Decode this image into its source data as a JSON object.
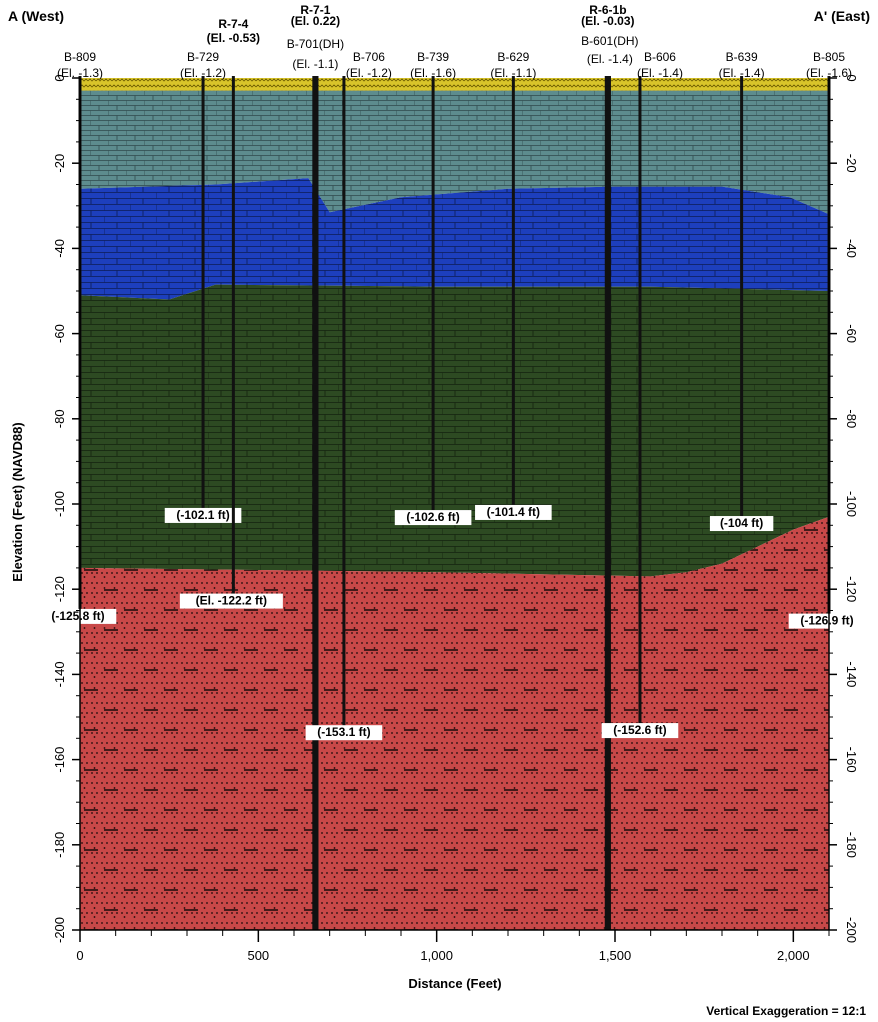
{
  "section": {
    "west_label": "A  (West)",
    "east_label": "A'  (East)",
    "x_axis_label": "Distance (Feet)",
    "y_axis_label": "Elevation (Feet) (NAVD88)",
    "vertical_exaggeration": "Vertical Exaggeration = 12:1",
    "x_range": [
      0,
      2100
    ],
    "y_range": [
      -200,
      0
    ],
    "x_ticks": [
      {
        "value": 0,
        "label": "0"
      },
      {
        "value": 500,
        "label": "500"
      },
      {
        "value": 1000,
        "label": "1,000"
      },
      {
        "value": 1500,
        "label": "1,500"
      },
      {
        "value": 2000,
        "label": "2,000"
      }
    ],
    "y_ticks": [
      {
        "value": 0,
        "label": "0"
      },
      {
        "value": -20,
        "label": "-20"
      },
      {
        "value": -40,
        "label": "-40"
      },
      {
        "value": -60,
        "label": "-60"
      },
      {
        "value": -80,
        "label": "-80"
      },
      {
        "value": -100,
        "label": "-100"
      },
      {
        "value": -120,
        "label": "-120"
      },
      {
        "value": -140,
        "label": "-140"
      },
      {
        "value": -160,
        "label": "-160"
      },
      {
        "value": -180,
        "label": "-180"
      },
      {
        "value": -200,
        "label": "-200"
      }
    ],
    "colors": {
      "surface_fill": "#d8c42a",
      "upper_fill": "#5d8c8e",
      "blue_fill": "#1d3fbd",
      "green_fill": "#2d4a22",
      "red_fill": "#c84848",
      "line": "#111111"
    },
    "layers": [
      {
        "name": "surface",
        "x": [
          0,
          2100
        ],
        "top": [
          0,
          0
        ],
        "bottom": [
          -3,
          -3
        ]
      },
      {
        "name": "upper",
        "x": [
          0,
          2100
        ],
        "top": [
          -3,
          -3
        ],
        "bottom": [
          -26,
          -26
        ]
      },
      {
        "name": "blue",
        "boundary_x": [
          0,
          380,
          640,
          700,
          900,
          1200,
          1500,
          1800,
          1990,
          2100
        ],
        "boundary_y": [
          -26,
          -25,
          -23.5,
          -31.5,
          -28,
          -26,
          -25.5,
          -25.5,
          -28,
          -32
        ]
      },
      {
        "name": "green",
        "boundary_x": [
          0,
          250,
          380,
          1000,
          1600,
          2100
        ],
        "boundary_y": [
          -51,
          -52,
          -48.5,
          -49,
          -49,
          -50
        ]
      },
      {
        "name": "red",
        "boundary_x": [
          0,
          500,
          1000,
          1600,
          1700,
          1800,
          1900,
          2000,
          2100
        ],
        "boundary_y": [
          -115,
          -115.5,
          -116,
          -117,
          -116,
          -114,
          -110,
          -106,
          -103
        ]
      }
    ],
    "borings": [
      {
        "name": "B-809",
        "elev": "(El. -1.3)",
        "x": 0,
        "bottom": -125.8,
        "depth_label": "(-125.8 ft)",
        "thickness": "thin",
        "label_row": "low"
      },
      {
        "name": "B-729",
        "elev": "(El. -1.2)",
        "x": 345,
        "bottom": -102.1,
        "depth_label": "(-102.1 ft)",
        "thickness": "thin",
        "label_row": "low"
      },
      {
        "name": "R-7-4",
        "elev": "(El. -0.53)",
        "x": 430,
        "bottom": -122.2,
        "depth_label": "(El. -122.2 ft)",
        "thickness": "thin",
        "label_row": "high"
      },
      {
        "name": "R-7-1",
        "elev": "(El. 0.22)",
        "x": 660,
        "bottom": -200,
        "depth_label": "",
        "thickness": "thick",
        "label_row": "top"
      },
      {
        "name": "B-701(DH)",
        "elev": "(El. -1.1)",
        "x": 660,
        "bottom": -200,
        "depth_label": "",
        "thickness": "thick",
        "label_row": "mid"
      },
      {
        "name": "B-706",
        "elev": "(El. -1.2)",
        "x": 740,
        "bottom": -153.1,
        "depth_label": "(-153.1 ft)",
        "thickness": "thin",
        "label_row": "low"
      },
      {
        "name": "B-739",
        "elev": "(El. -1.6)",
        "x": 990,
        "bottom": -102.6,
        "depth_label": "(-102.6 ft)",
        "thickness": "thin",
        "label_row": "low"
      },
      {
        "name": "B-629",
        "elev": "(El. -1.1)",
        "x": 1215,
        "bottom": -101.4,
        "depth_label": "(-101.4 ft)",
        "thickness": "thin",
        "label_row": "low"
      },
      {
        "name": "R-6-1b",
        "elev": "(El. -0.03)",
        "x": 1480,
        "bottom": -200,
        "depth_label": "",
        "thickness": "thick",
        "label_row": "top"
      },
      {
        "name": "B-601(DH)",
        "elev": "(El. -1.4)",
        "x": 1480,
        "bottom": -200,
        "depth_label": "",
        "thickness": "thick",
        "label_row": "mid2"
      },
      {
        "name": "B-606",
        "elev": "(El. -1.4)",
        "x": 1570,
        "bottom": -152.6,
        "depth_label": "(-152.6 ft)",
        "thickness": "thin",
        "label_row": "low"
      },
      {
        "name": "B-639",
        "elev": "(El. -1.4)",
        "x": 1855,
        "bottom": -104,
        "depth_label": "(-104 ft)",
        "thickness": "thin",
        "label_row": "low"
      },
      {
        "name": "B-805",
        "elev": "(El. -1.6)",
        "x": 2100,
        "bottom": -126.9,
        "depth_label": "(-126.9 ft)",
        "thickness": "thin",
        "label_row": "low"
      }
    ]
  }
}
